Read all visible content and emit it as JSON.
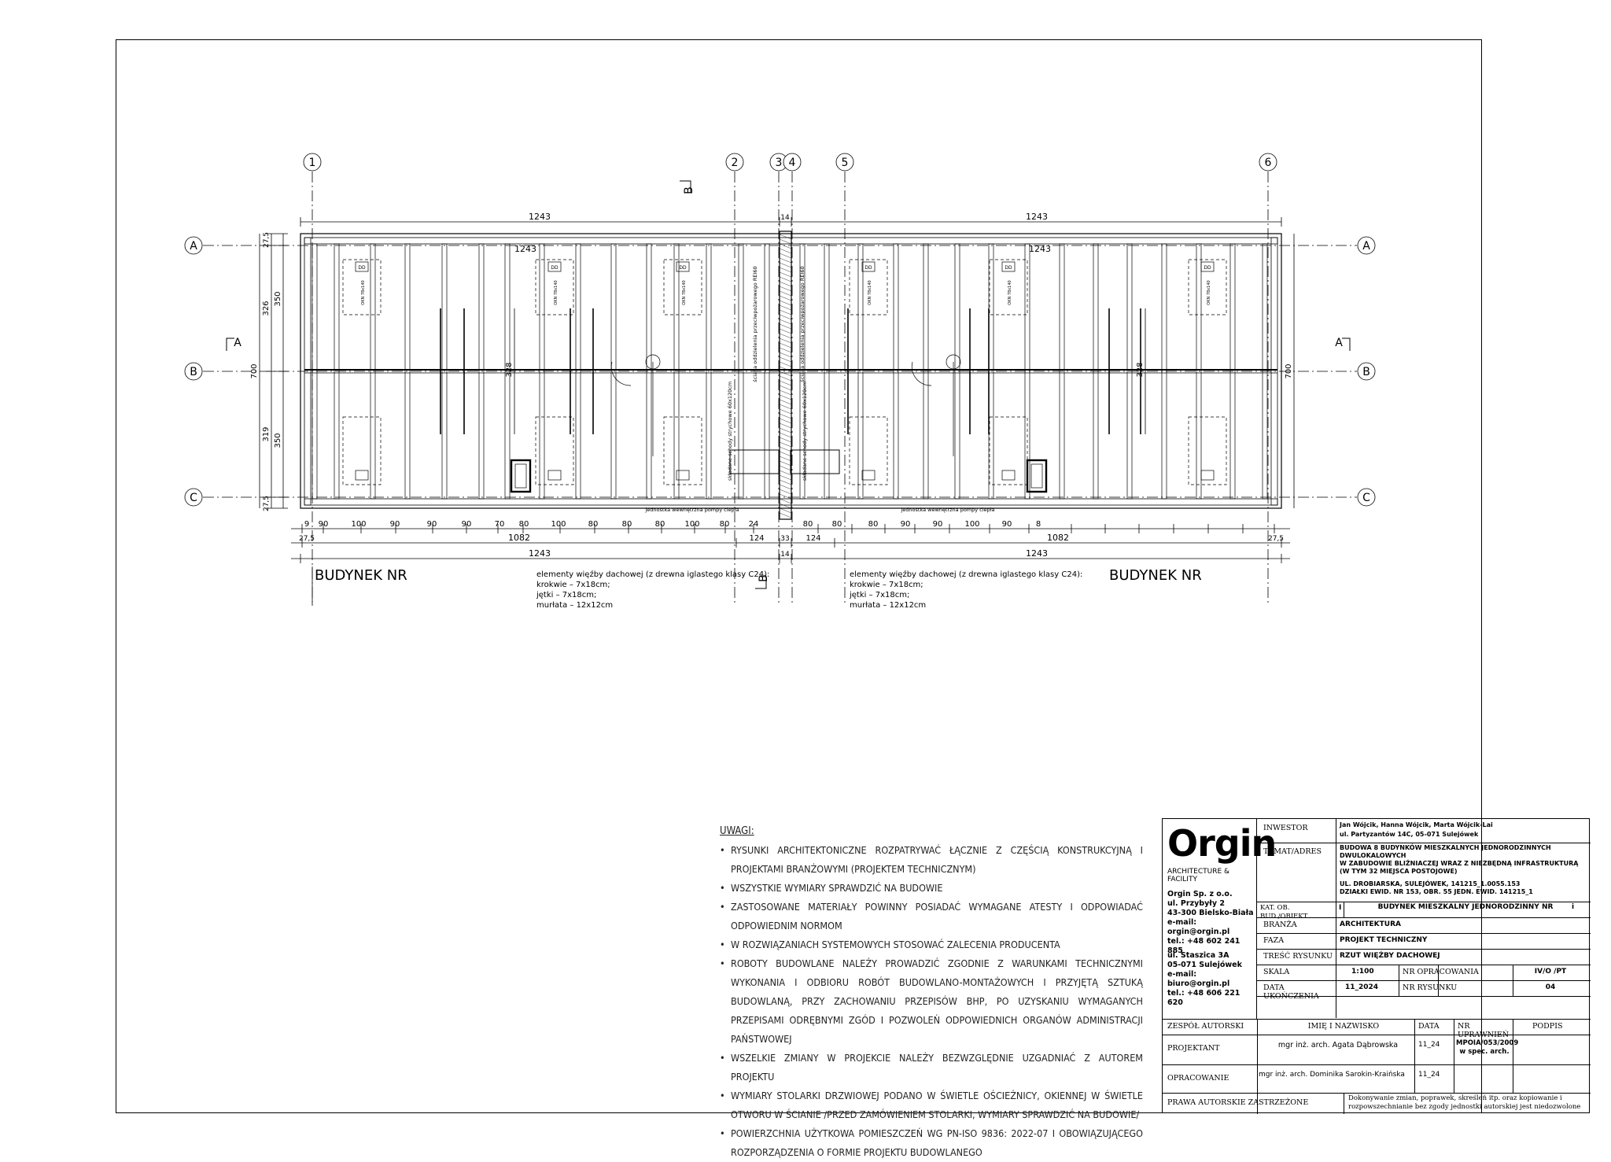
{
  "grid_axes": {
    "numbers": [
      "1",
      "2",
      "3",
      "4",
      "5",
      "6"
    ],
    "letters": [
      "A",
      "B",
      "C"
    ]
  },
  "section_marks": {
    "a": "A",
    "b": "B"
  },
  "dimensions": {
    "top_overall": [
      "1243",
      "14",
      "1243"
    ],
    "inner_top": [
      "1243",
      "1243"
    ],
    "left_vertical": [
      "27,5",
      "326",
      "319",
      "27,5"
    ],
    "left_350": [
      "350",
      "350"
    ],
    "side_700": [
      "700"
    ],
    "mid_328": [
      "328"
    ],
    "rafter_spacing": [
      "9",
      "90",
      "100",
      "90",
      "90",
      "90",
      "70",
      "80",
      "100",
      "80",
      "80",
      "80",
      "100",
      "80",
      "24",
      "80",
      "80",
      "80",
      "90",
      "90",
      "100",
      "90",
      "8"
    ],
    "row2": [
      "27,5",
      "1082",
      "124",
      "33",
      "124",
      "1082",
      "27,5"
    ],
    "row3": [
      "1243",
      "14",
      "1243"
    ]
  },
  "plan_labels": {
    "building_left": "BUDYNEK  NR",
    "building_right": "BUDYNEK  NR",
    "elements_title": "elementy więźby dachowej (z drewna iglastego klasy C24):",
    "rafters": "krokwie – 7x18cm;",
    "collar_ties": "jętki – 7x18cm;",
    "wall_plate": "murłata – 12x12cm",
    "firewall": "ściana oddzielenia przeciwpożarowego REI60",
    "stairs": "składane schody strychowe 60x120cm",
    "insulation": "jednostka wewnętrzna pompy ciepła",
    "skylight": "OKN 78x140",
    "vent": "DD"
  },
  "notes": {
    "title": "UWAGI:",
    "items": [
      "RYSUNKI ARCHITEKTONICZNE ROZPATRYWAĆ ŁĄCZNIE Z CZĘŚCIĄ KONSTRUKCYJNĄ I PROJEKTAMI BRANŻOWYMI (PROJEKTEM TECHNICZNYM)",
      "WSZYSTKIE WYMIARY SPRAWDZIĆ NA BUDOWIE",
      "ZASTOSOWANE MATERIAŁY POWINNY POSIADAĆ WYMAGANE ATESTY I ODPOWIADAĆ ODPOWIEDNIM NORMOM",
      "W ROZWIĄZANIACH SYSTEMOWYCH STOSOWAĆ ZALECENIA PRODUCENTA",
      "ROBOTY BUDOWLANE NALEŻY PROWADZIĆ ZGODNIE Z WARUNKAMI TECHNICZNYMI WYKONANIA I ODBIORU ROBÓT BUDOWLANO-MONTAŻOWYCH I PRZYJĘTĄ SZTUKĄ BUDOWLANĄ, PRZY ZACHOWANIU PRZEPISÓW BHP, PO UZYSKANIU WYMAGANYCH PRZEPISAMI ODRĘBNYMI ZGÓD I POZWOLEŃ ODPOWIEDNICH ORGANÓW ADMINISTRACJI PAŃSTWOWEJ",
      "WSZELKIE ZMIANY W PROJEKCIE NALEŻY BEZWZGLĘDNIE UZGADNIAĆ Z AUTOREM PROJEKTU",
      "WYMIARY STOLARKI DRZWIOWEJ PODANO W ŚWIETLE OŚCIEŻNICY, OKIENNEJ W ŚWIETLE OTWORU W ŚCIANIE /PRZED ZAMÓWIENIEM STOLARKI, WYMIARY SPRAWDZIĆ NA BUDOWIE/",
      "POWIERZCHNIA UŻYTKOWA POMIESZCZEŃ WG PN-ISO 9836: 2022-07 I OBOWIĄZUJĄCEGO ROZPORZĄDZENIA O FORMIE PROJEKTU BUDOWLANEGO"
    ]
  },
  "title_block": {
    "logo": "Orgin",
    "logo_sub": "ARCHITECTURE & FACILITY",
    "office1": [
      "Orgin Sp. z o.o.",
      "ul. Przybyły 2",
      "43-300 Bielsko-Biała",
      "e-mail: orgin@orgin.pl",
      "tel.: +48 602 241 885"
    ],
    "office2": [
      "ul. Staszica 3A",
      "05-071 Sulejówek",
      "e-mail: biuro@orgin.pl",
      "tel.: +48 606 221 620"
    ],
    "investor_label": "INWESTOR",
    "investor_value": [
      "Jan Wójcik, Hanna Wójcik, Marta Wójcik-Lai",
      "ul. Partyzantów 14C, 05-071 Sulejówek"
    ],
    "subject_label": "TEMAT/ADRES",
    "subject_value": [
      "BUDOWA 8 BUDYNKÓW MIESZKALNYCH JEDNORODZINNYCH DWULOKALOWYCH",
      "W ZABUDOWIE BLIŹNIACZEJ WRAZ Z NIEZBĘDNĄ INFRASTRUKTURĄ",
      "(W TYM 32 MIEJSCA POSTOJOWE)"
    ],
    "subject_address": [
      "UL. DROBIARSKA, SULEJÓWEK, 141215_1.0055.153",
      "DZIAŁKI EWID. NR 153, OBR. 55 JEDN. EWID. 141215_1"
    ],
    "cat_label": "KAT. OB. BUD./OBIEKT",
    "cat_value": "I",
    "object_value": "BUDYNEK MIESZKALNY JEDNORODZINNY NR",
    "object_suffix": "i",
    "branch_label": "BRANŻA",
    "branch_value": "ARCHITEKTURA",
    "phase_label": "FAZA",
    "phase_value": "PROJEKT TECHNICZNY",
    "content_label": "TREŚĆ RYSUNKU",
    "content_value": "RZUT WIĘŹBY DACHOWEJ",
    "scale_label": "SKALA",
    "scale_value": "1:100",
    "nr_opr_label": "NR OPRACOWANIA",
    "nr_opr_value": "IV/O /PT",
    "date_label": "DATA UKOŃCZENIA",
    "date_value": "11_2024",
    "nr_rys_label": "NR RYSUNKU",
    "nr_rys_value": "04",
    "team_label": "ZESPÓŁ AUTORSKI",
    "name_label": "IMIĘ I NAZWISKO",
    "data_label": "DATA",
    "permit_label": "NR UPRAWNIEŃ",
    "sign_label": "PODPIS",
    "designer_label": "PROJEKTANT",
    "designer_name": "mgr inż. arch. Agata Dąbrowska",
    "designer_date": "11_24",
    "designer_permit": [
      "MPOIA/053/2009",
      "w spec. arch."
    ],
    "prep_label": "OPRACOWANIE",
    "prep_name": "mgr inż. arch. Dominika Sarokin-Kraińska",
    "prep_date": "11_24",
    "rights_label": "PRAWA AUTORSKIE ZASTRZEŻONE",
    "rights_text": [
      "Dokonywanie zmian, poprawek, skreśleń itp. oraz kopiowanie i",
      "rozpowszechnianie bez zgody jednostki autorskiej jest niedozwolone"
    ]
  }
}
